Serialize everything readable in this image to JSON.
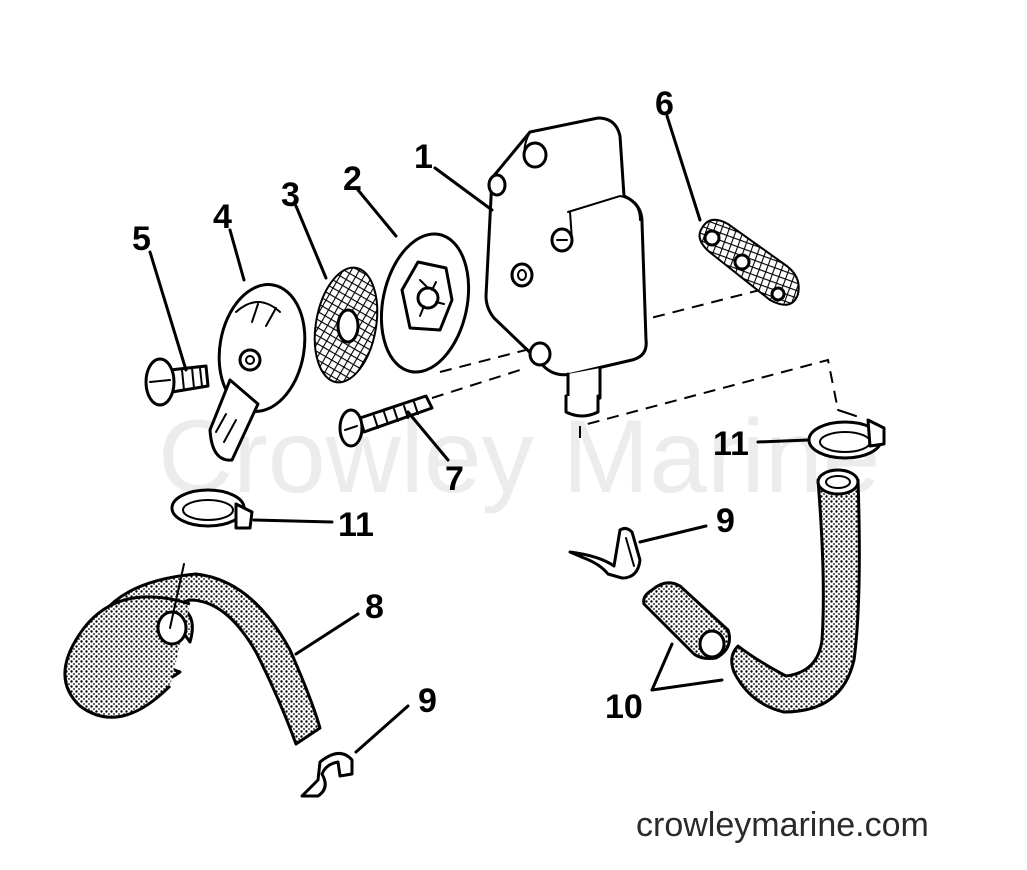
{
  "watermark": "Crowley Marine",
  "site_label": "crowleymarine.com",
  "callouts": {
    "c1": "1",
    "c2": "2",
    "c3": "3",
    "c4": "4",
    "c5": "5",
    "c6": "6",
    "c7": "7",
    "c8": "8",
    "c9a": "9",
    "c9b": "9",
    "c10": "10",
    "c11a": "11",
    "c11b": "11"
  }
}
